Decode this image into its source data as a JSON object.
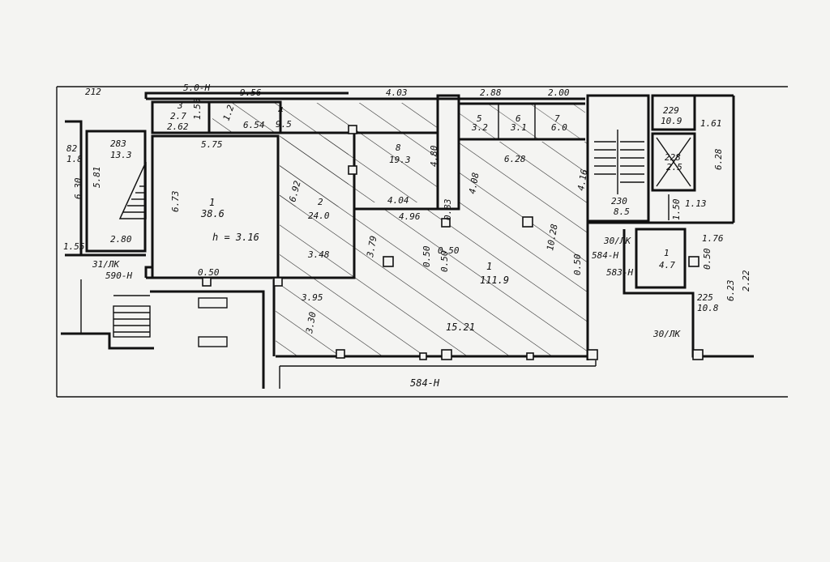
{
  "plan": {
    "labels": {
      "dim_212": "212",
      "dim_956": "9.56",
      "dim_403": "4.03",
      "dim_288": "2.88",
      "dim_200": "2.00",
      "room_3_num": "3",
      "room_3_area": "2.7",
      "dim_262": "2.62",
      "dim_156": "1.56",
      "dim_12": "1.2",
      "room_4_num": "4",
      "room_4_area": "9.5",
      "dim_654": "6.54",
      "room_5_num": "5",
      "room_5_area": "3.2",
      "room_6_num": "6",
      "room_6_area": "3.1",
      "room_7_num": "7",
      "room_7_area": "6.0",
      "room_stair_a": "229",
      "room_stair_b": "10.9",
      "dim_161": "1.61",
      "room_283_num": "283",
      "room_283_area": "13.3",
      "dim_82": "82",
      "dim_18": "1.8",
      "dim_575": "5.75",
      "dim_630": "6.30",
      "dim_581": "5.81",
      "room_1_num": "1",
      "room_1_area": "38.6",
      "dim_673": "6.73",
      "height_label": "h = 3.16",
      "room_2_num": "2",
      "room_2_area": "24.0",
      "dim_692": "6.92",
      "room_8_num": "8",
      "room_8_area": "19.3",
      "dim_480": "4.80",
      "dim_628a": "6.28",
      "dim_408": "4.08",
      "dim_416": "4.16",
      "lift_a": "228",
      "lift_b": "2.5",
      "dim_628b": "6.28",
      "dim_404": "4.04",
      "dim_496": "4.96",
      "dim_083": "0.83",
      "dim_113": "1.13",
      "dim_150": "1.50",
      "dim_230": "230",
      "dim_85": "8.5",
      "dim_155": "1.55",
      "dim_280": "2.80",
      "dim_348": "3.48",
      "dim_379": "3.79",
      "dim_050a": "0.50",
      "dim_050b": "0.50",
      "dim_1028": "10.28",
      "lbl_30lk_a": "30/ЛК",
      "lbl_584h_a": "584-Н",
      "room_9_num": "1",
      "room_9_area": "4.7",
      "dim_176": "1.76",
      "dim_050c": "0.50",
      "lbl_31lk": "31/ЛК",
      "lbl_590h": "590-Н",
      "dim_050d": "0.50",
      "dim_050e": "0.50",
      "room_big_num": "1",
      "room_big_area": "111.9",
      "dim_050f": "0.50",
      "lbl_583h": "583-Н",
      "dim_395": "3.95",
      "dim_330": "3.30",
      "room_225": "225",
      "room_108": "10.8",
      "dim_623": "6.23",
      "dim_222": "2.22",
      "dim_1521": "15.21",
      "lbl_30lk_b": "30/ЛК",
      "lbl_584h_b": "584-Н",
      "dim_top_cut": "5.0-Н"
    }
  }
}
